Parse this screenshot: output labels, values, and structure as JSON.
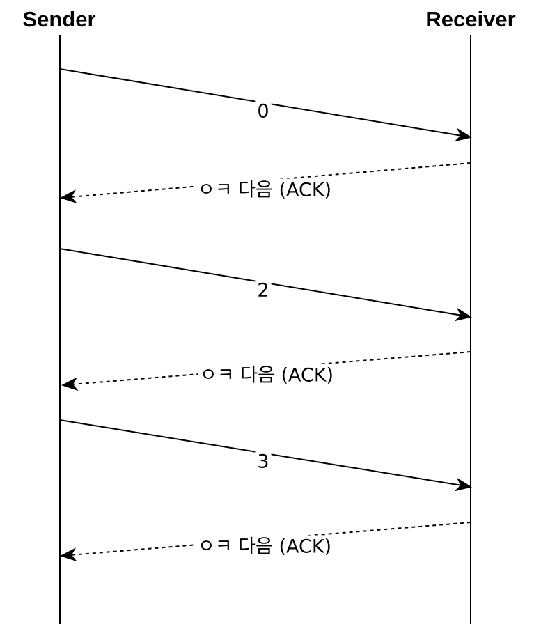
{
  "diagram": {
    "participants": {
      "sender": "Sender",
      "receiver": "Receiver"
    },
    "messages": [
      {
        "label": "0",
        "direction": "sender-to-receiver",
        "style": "solid"
      },
      {
        "label": "ㅇㅋ 다음 (ACK)",
        "direction": "receiver-to-sender",
        "style": "dashed"
      },
      {
        "label": "2",
        "direction": "sender-to-receiver",
        "style": "solid"
      },
      {
        "label": "ㅇㅋ 다음 (ACK)",
        "direction": "receiver-to-sender",
        "style": "dashed"
      },
      {
        "label": "3",
        "direction": "sender-to-receiver",
        "style": "solid"
      },
      {
        "label": "ㅇㅋ 다음 (ACK)",
        "direction": "receiver-to-sender",
        "style": "dashed"
      }
    ]
  }
}
